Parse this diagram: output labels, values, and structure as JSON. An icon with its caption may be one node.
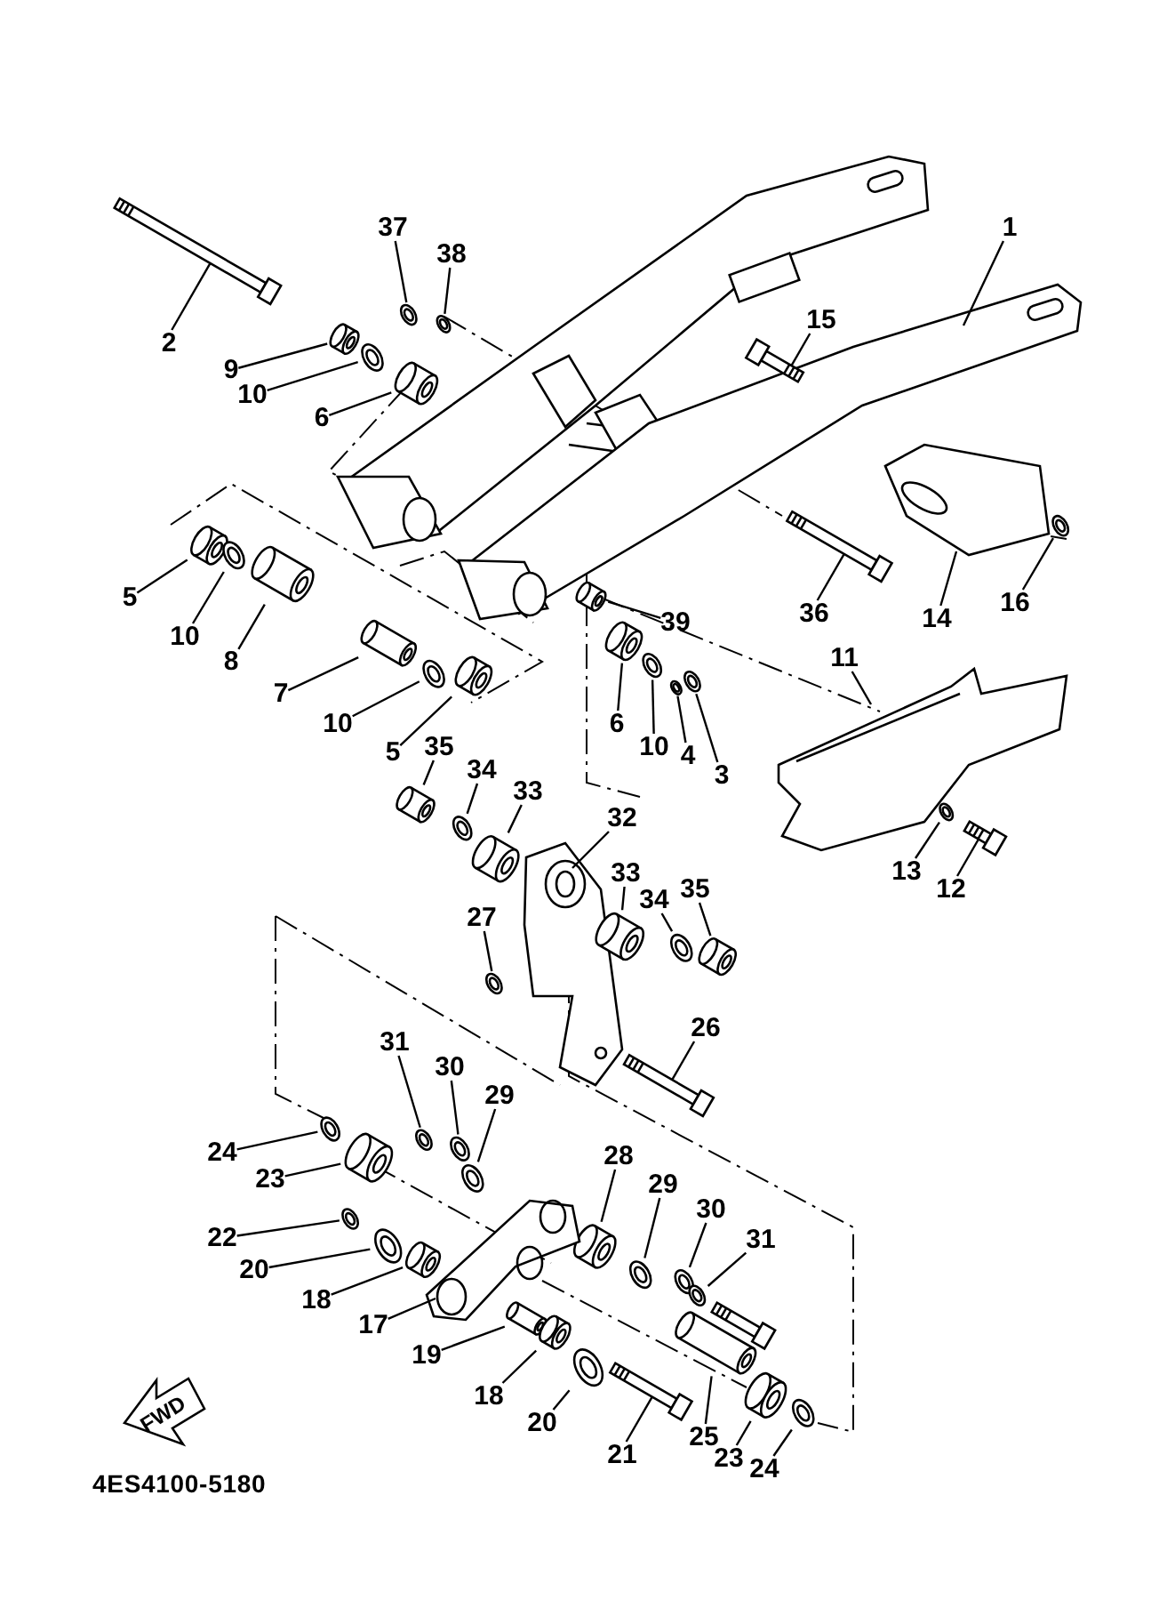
{
  "diagram": {
    "nodes": [
      {
        "text": [
          "1"
        ]
      },
      {
        "text": [
          "2"
        ]
      },
      {
        "text": [
          "37"
        ]
      },
      {
        "text": [
          "38"
        ]
      },
      {
        "text": [
          "9"
        ]
      },
      {
        "text": [
          "10"
        ]
      },
      {
        "text": [
          "6"
        ]
      },
      {
        "text": [
          "15"
        ]
      },
      {
        "text": [
          "5"
        ]
      },
      {
        "text": [
          "10"
        ]
      },
      {
        "text": [
          "8"
        ]
      },
      {
        "text": [
          "7"
        ]
      },
      {
        "text": [
          "10"
        ]
      },
      {
        "text": [
          "5"
        ]
      },
      {
        "text": [
          "36"
        ]
      },
      {
        "text": [
          "14"
        ]
      },
      {
        "text": [
          "16"
        ]
      },
      {
        "text": [
          "39"
        ]
      },
      {
        "text": [
          "6"
        ]
      },
      {
        "text": [
          "10"
        ]
      },
      {
        "text": [
          "4"
        ]
      },
      {
        "text": [
          "3"
        ]
      },
      {
        "text": [
          "11"
        ]
      },
      {
        "text": [
          "13"
        ]
      },
      {
        "text": [
          "12"
        ]
      },
      {
        "text": [
          "35"
        ]
      },
      {
        "text": [
          "34"
        ]
      },
      {
        "text": [
          "33"
        ]
      },
      {
        "text": [
          "32"
        ]
      },
      {
        "text": [
          "33"
        ]
      },
      {
        "text": [
          "34"
        ]
      },
      {
        "text": [
          "35"
        ]
      },
      {
        "text": [
          "27"
        ]
      },
      {
        "text": [
          "26"
        ]
      },
      {
        "text": [
          "31"
        ]
      },
      {
        "text": [
          "30"
        ]
      },
      {
        "text": [
          "29"
        ]
      },
      {
        "text": [
          "24"
        ]
      },
      {
        "text": [
          "23"
        ]
      },
      {
        "text": [
          "28"
        ]
      },
      {
        "text": [
          "29"
        ]
      },
      {
        "text": [
          "30"
        ]
      },
      {
        "text": [
          "31"
        ]
      },
      {
        "text": [
          "22"
        ]
      },
      {
        "text": [
          "20"
        ]
      },
      {
        "text": [
          "18"
        ]
      },
      {
        "text": [
          "17"
        ]
      },
      {
        "text": [
          "19"
        ]
      },
      {
        "text": [
          "18"
        ]
      },
      {
        "text": [
          "20"
        ]
      },
      {
        "text": [
          "21"
        ]
      },
      {
        "text": [
          "25"
        ]
      },
      {
        "text": [
          "23"
        ]
      },
      {
        "text": [
          "24"
        ]
      },
      {
        "text": [],
        "shape": "picture"
      },
      {
        "text": [],
        "shape": "picture"
      },
      {
        "text": [],
        "shape": "circle"
      },
      {
        "text": [],
        "shape": "circle"
      },
      {
        "text": [],
        "shape": "cylinder"
      },
      {
        "text": [],
        "shape": "circle"
      },
      {
        "text": [],
        "shape": "cylinder"
      },
      {
        "text": [],
        "shape": "picture"
      },
      {
        "text": [],
        "shape": "cylinder"
      },
      {
        "text": [],
        "shape": "circle"
      },
      {
        "text": [],
        "shape": "cylinder"
      },
      {
        "text": [],
        "shape": "cylinder"
      },
      {
        "text": [],
        "shape": "circle"
      },
      {
        "text": [],
        "shape": "cylinder"
      },
      {
        "text": [],
        "shape": "picture"
      },
      {
        "text": [],
        "shape": "picture"
      },
      {
        "text": [],
        "shape": "circle"
      },
      {
        "text": [],
        "shape": "cylinder"
      },
      {
        "text": [],
        "shape": "cylinder"
      },
      {
        "text": [],
        "shape": "circle"
      },
      {
        "text": [],
        "shape": "circle"
      },
      {
        "text": [],
        "shape": "circle"
      },
      {
        "text": [],
        "shape": "picture"
      },
      {
        "text": [],
        "shape": "circle"
      },
      {
        "text": [],
        "shape": "picture"
      },
      {
        "text": [],
        "shape": "cylinder"
      },
      {
        "text": [],
        "shape": "circle"
      },
      {
        "text": [],
        "shape": "cylinder"
      },
      {
        "text": [],
        "shape": "picture"
      },
      {
        "text": [],
        "shape": "cylinder"
      },
      {
        "text": [],
        "shape": "circle"
      },
      {
        "text": [],
        "shape": "cylinder"
      },
      {
        "text": [],
        "shape": "circle"
      },
      {
        "text": [],
        "shape": "picture"
      },
      {
        "text": [],
        "shape": "circle"
      },
      {
        "text": [],
        "shape": "circle"
      },
      {
        "text": [],
        "shape": "circle"
      },
      {
        "text": [],
        "shape": "circle"
      },
      {
        "text": [],
        "shape": "cylinder"
      },
      {
        "text": [],
        "shape": "cylinder"
      },
      {
        "text": [],
        "shape": "circle"
      },
      {
        "text": [],
        "shape": "circle"
      },
      {
        "text": [],
        "shape": "circle"
      },
      {
        "text": [],
        "shape": "circle"
      },
      {
        "text": [],
        "shape": "circle"
      },
      {
        "text": [],
        "shape": "cylinder"
      },
      {
        "text": [],
        "shape": "picture"
      },
      {
        "text": [],
        "shape": "cylinder"
      },
      {
        "text": [],
        "shape": "cylinder"
      },
      {
        "text": [],
        "shape": "circle"
      },
      {
        "text": [],
        "shape": "picture"
      },
      {
        "text": [],
        "shape": "cylinder"
      },
      {
        "text": [],
        "shape": "cylinder"
      },
      {
        "text": [],
        "shape": "circle"
      },
      {
        "text": [],
        "shape": "picture"
      }
    ],
    "edges": [
      {
        "from": 0,
        "to": 54,
        "arrow": "none"
      },
      {
        "from": 1,
        "to": 55,
        "arrow": "none"
      },
      {
        "from": 2,
        "to": 56,
        "arrow": "none"
      },
      {
        "from": 3,
        "to": 57,
        "arrow": "none"
      },
      {
        "from": 4,
        "to": 58,
        "arrow": "none"
      },
      {
        "from": 5,
        "to": 59,
        "arrow": "none"
      },
      {
        "from": 6,
        "to": 60,
        "arrow": "none"
      },
      {
        "from": 7,
        "to": 61,
        "arrow": "none"
      },
      {
        "from": 8,
        "to": 62,
        "arrow": "none"
      },
      {
        "from": 9,
        "to": 63,
        "arrow": "none"
      },
      {
        "from": 10,
        "to": 64,
        "arrow": "none"
      },
      {
        "from": 11,
        "to": 65,
        "arrow": "none"
      },
      {
        "from": 12,
        "to": 66,
        "arrow": "none"
      },
      {
        "from": 13,
        "to": 67,
        "arrow": "none"
      },
      {
        "from": 14,
        "to": 68,
        "arrow": "none"
      },
      {
        "from": 15,
        "to": 69,
        "arrow": "none"
      },
      {
        "from": 16,
        "to": 70,
        "arrow": "none"
      },
      {
        "from": 17,
        "to": 71,
        "arrow": "none"
      },
      {
        "from": 18,
        "to": 72,
        "arrow": "none"
      },
      {
        "from": 19,
        "to": 73,
        "arrow": "none"
      },
      {
        "from": 20,
        "to": 74,
        "arrow": "none"
      },
      {
        "from": 21,
        "to": 75,
        "arrow": "none"
      },
      {
        "from": 22,
        "to": 76,
        "arrow": "none"
      },
      {
        "from": 23,
        "to": 77,
        "arrow": "none"
      },
      {
        "from": 24,
        "to": 78,
        "arrow": "none"
      },
      {
        "from": 25,
        "to": 79,
        "arrow": "none"
      },
      {
        "from": 26,
        "to": 80,
        "arrow": "none"
      },
      {
        "from": 27,
        "to": 81,
        "arrow": "none"
      },
      {
        "from": 28,
        "to": 82,
        "arrow": "none"
      },
      {
        "from": 29,
        "to": 83,
        "arrow": "none"
      },
      {
        "from": 30,
        "to": 84,
        "arrow": "none"
      },
      {
        "from": 31,
        "to": 85,
        "arrow": "none"
      },
      {
        "from": 32,
        "to": 86,
        "arrow": "none"
      },
      {
        "from": 33,
        "to": 87,
        "arrow": "none"
      },
      {
        "from": 34,
        "to": 88,
        "arrow": "none"
      },
      {
        "from": 35,
        "to": 89,
        "arrow": "none"
      },
      {
        "from": 36,
        "to": 90,
        "arrow": "none"
      },
      {
        "from": 37,
        "to": 91,
        "arrow": "none"
      },
      {
        "from": 38,
        "to": 92,
        "arrow": "none"
      },
      {
        "from": 39,
        "to": 93,
        "arrow": "none"
      },
      {
        "from": 40,
        "to": 94,
        "arrow": "none"
      },
      {
        "from": 41,
        "to": 95,
        "arrow": "none"
      },
      {
        "from": 42,
        "to": 96,
        "arrow": "none"
      },
      {
        "from": 43,
        "to": 97,
        "arrow": "none"
      },
      {
        "from": 44,
        "to": 98,
        "arrow": "none"
      },
      {
        "from": 45,
        "to": 99,
        "arrow": "none"
      },
      {
        "from": 46,
        "to": 100,
        "arrow": "none"
      },
      {
        "from": 47,
        "to": 101,
        "arrow": "none"
      },
      {
        "from": 48,
        "to": 102,
        "arrow": "none"
      },
      {
        "from": 49,
        "to": 103,
        "arrow": "none"
      },
      {
        "from": 50,
        "to": 104,
        "arrow": "none"
      },
      {
        "from": 51,
        "to": 105,
        "arrow": "none"
      },
      {
        "from": 52,
        "to": 106,
        "arrow": "none"
      },
      {
        "from": 53,
        "to": 107,
        "arrow": "none"
      }
    ],
    "labels": [
      "FWD",
      "4ES4100-5180"
    ]
  }
}
